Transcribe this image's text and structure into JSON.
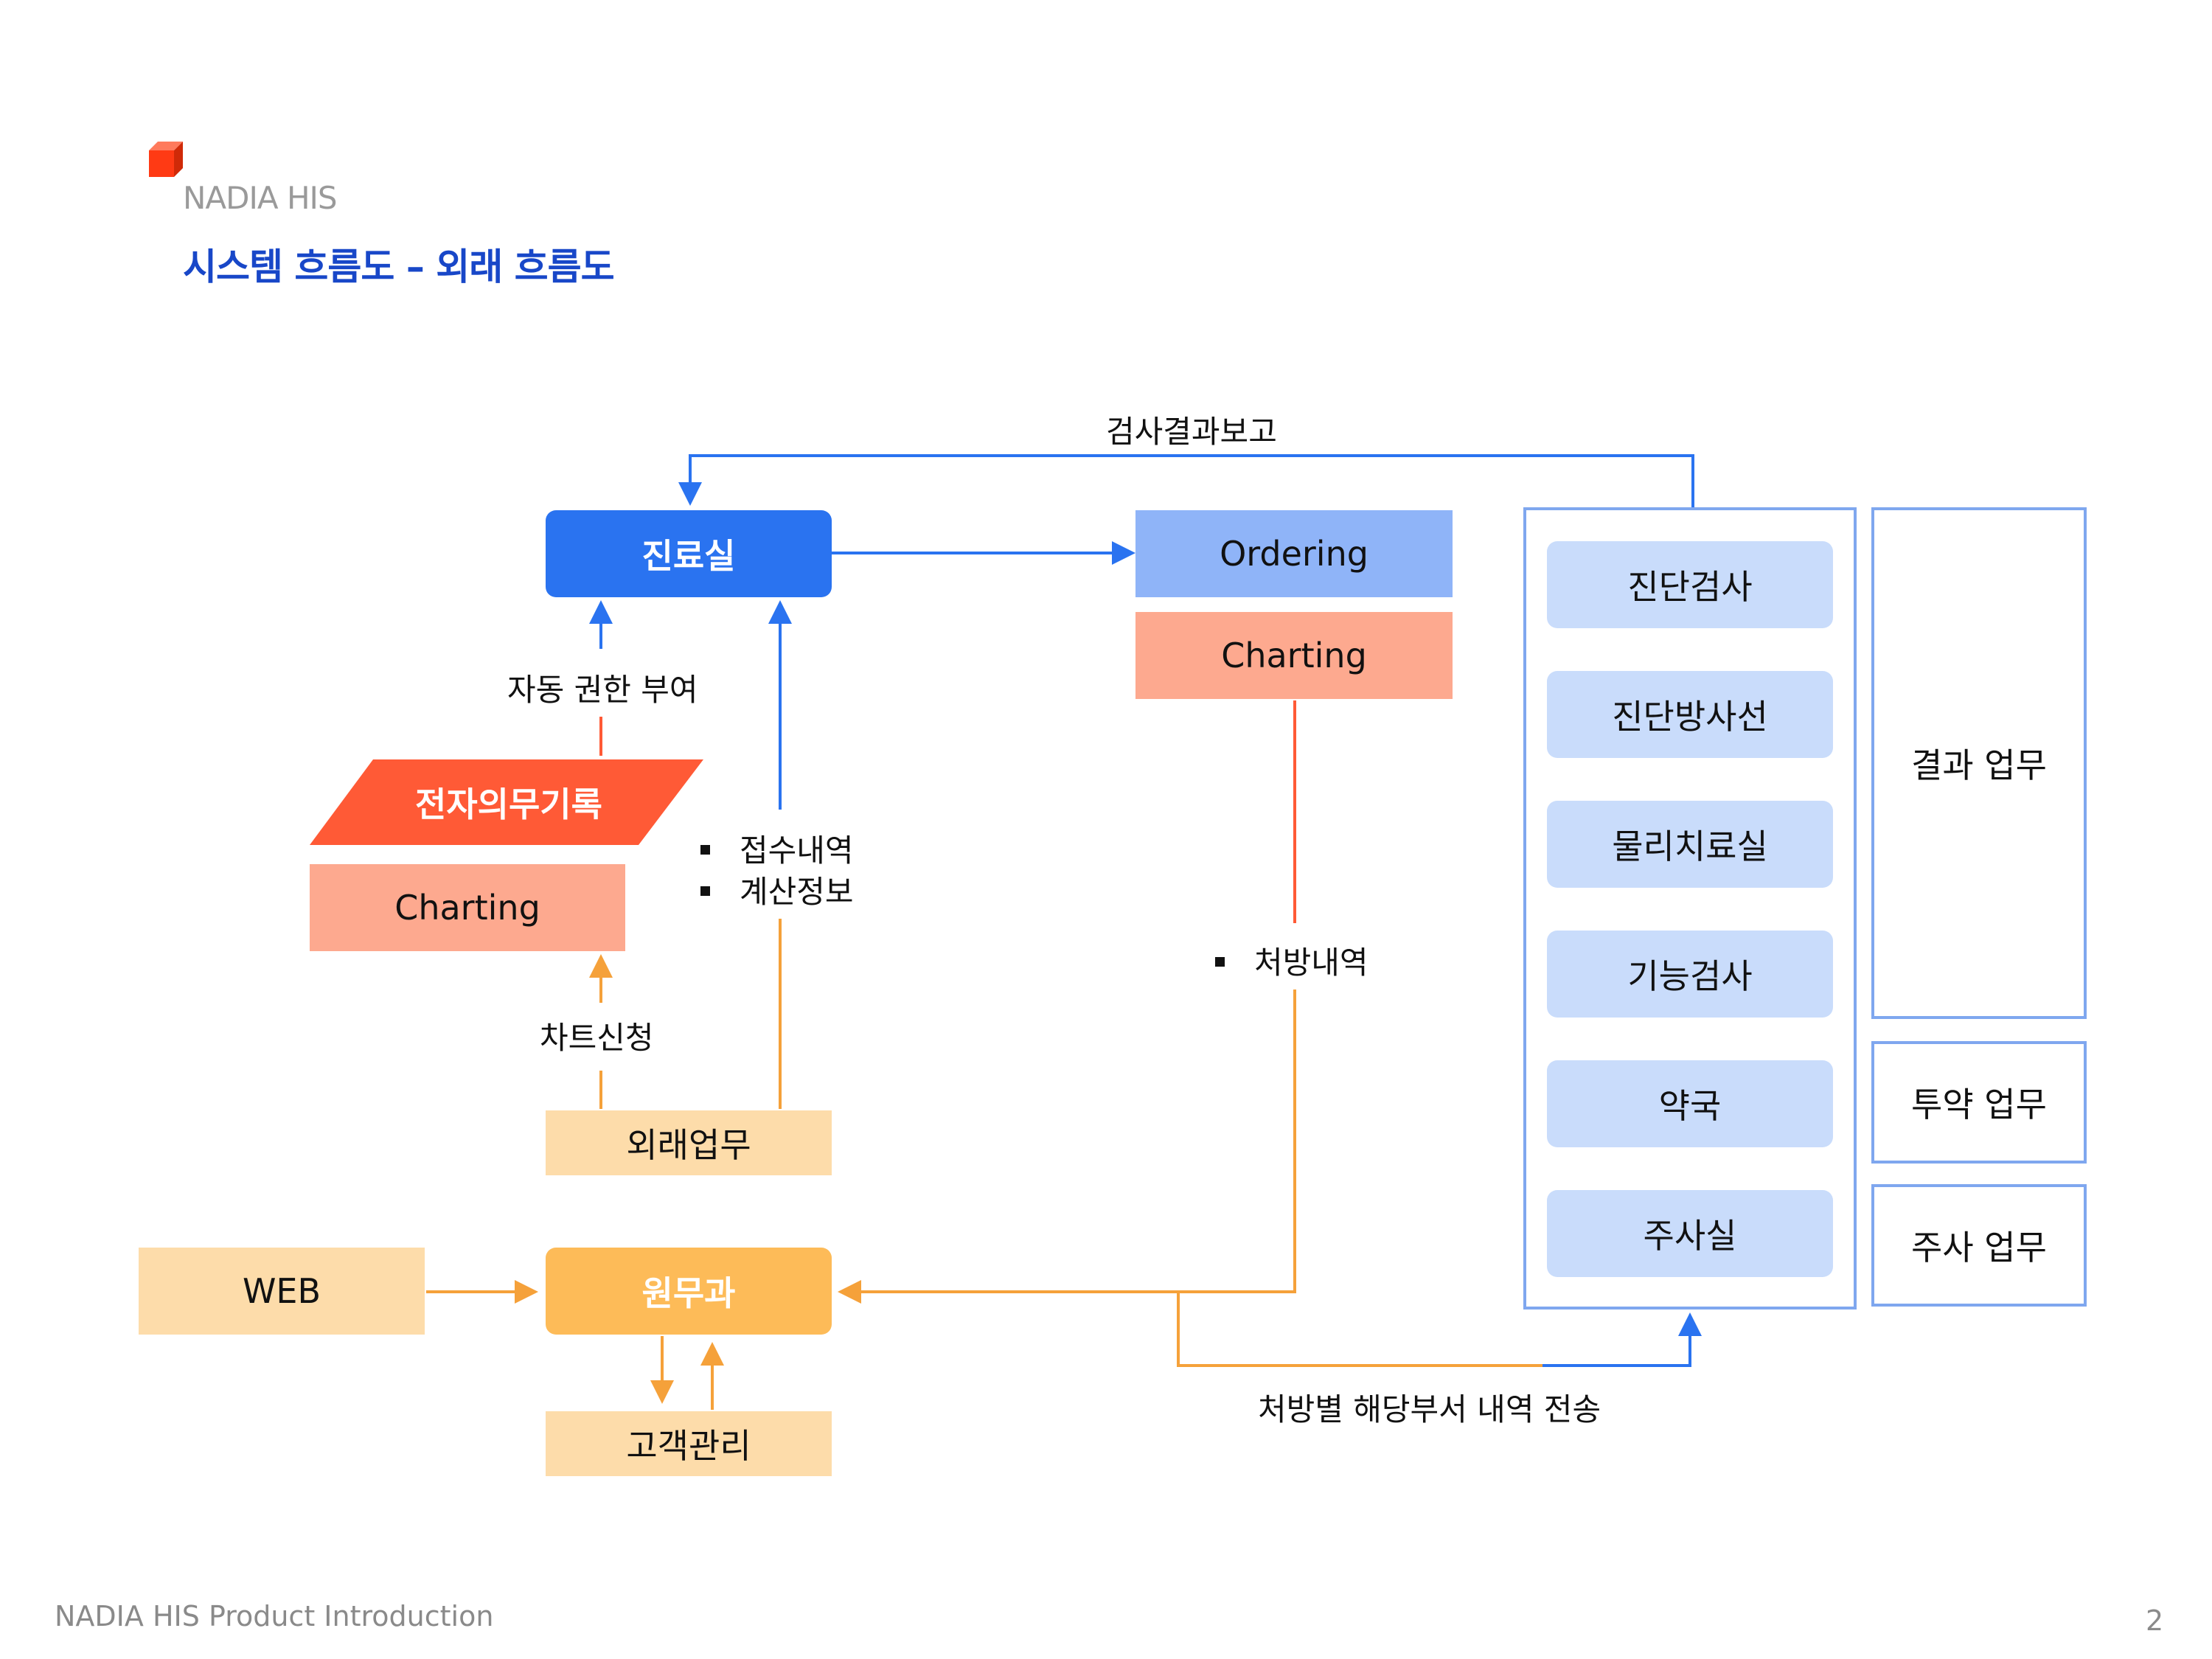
{
  "header": {
    "brand": "NADIA HIS",
    "title": "시스템 흐름도 – 외래 흐름도",
    "logo_icon": "red-cube-icon"
  },
  "footer": {
    "text": "NADIA HIS Product Introduction",
    "page_number": "2"
  },
  "nodes": {
    "clinic": "진료실",
    "ordering": "Ordering",
    "charting_right": "Charting",
    "emr": "전자의무기록",
    "charting_left": "Charting",
    "outpatient": "외래업무",
    "web": "WEB",
    "admin": "원무과",
    "customer": "고객관리"
  },
  "departments": [
    "진단검사",
    "진단방사선",
    "물리치료실",
    "기능검사",
    "약국",
    "주사실"
  ],
  "work_areas": [
    "결과 업무",
    "투약 업무",
    "주사 업무"
  ],
  "edge_labels": {
    "exam_report": "검사결과보고",
    "auto_auth": "자동 권한 부여",
    "reception_items": [
      "접수내역",
      "계산정보"
    ],
    "chart_request": "차트신청",
    "prescription": "처방내역",
    "dept_transfer": "처방별 해당부서 내역 전송"
  },
  "colors": {
    "blue_primary": "#2a73f0",
    "blue_light": "#8fb4f8",
    "dept_fill": "#c9dcfb",
    "salmon": "#fda98f",
    "orange_red": "#ff5a36",
    "orange": "#fdbb58",
    "peach": "#fddcaa",
    "title_blue": "#1847c8"
  }
}
